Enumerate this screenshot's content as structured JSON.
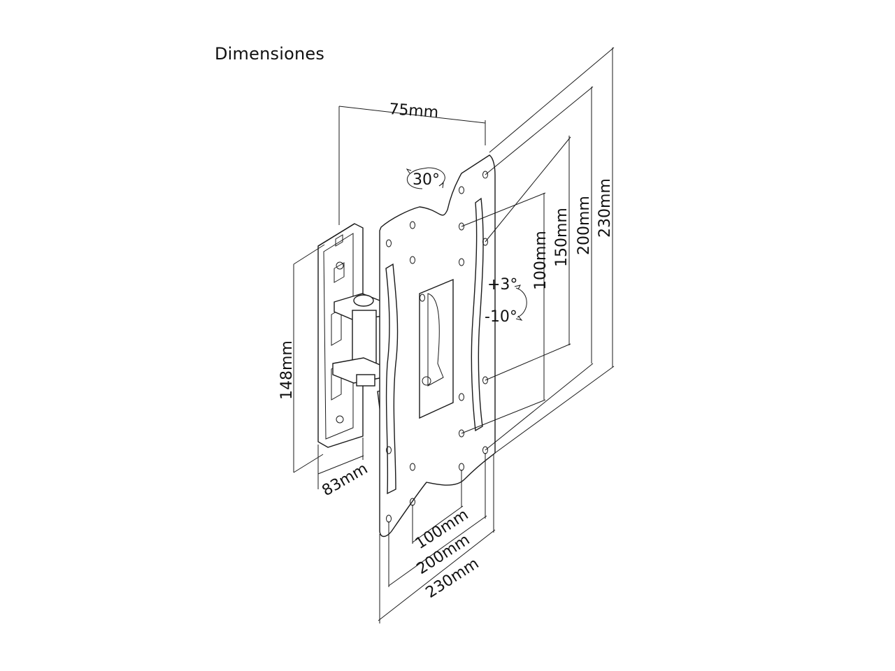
{
  "title": "Dimensiones",
  "labels": {
    "top_depth": "75mm",
    "swivel": "30°",
    "tilt_up": "+3°",
    "tilt_down": "-10°",
    "wall_plate_height": "148mm",
    "wall_plate_width": "83mm",
    "vertical": [
      "100mm",
      "150mm",
      "200mm",
      "230mm"
    ],
    "horizontal": [
      "100mm",
      "200mm",
      "230mm"
    ]
  }
}
